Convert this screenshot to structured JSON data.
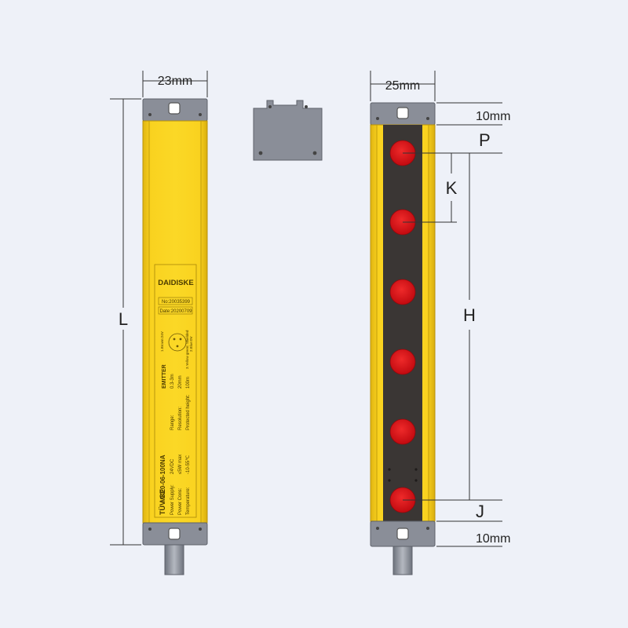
{
  "dimensions": {
    "left_width": "23mm",
    "right_width": "25mm",
    "length_label": "L",
    "height_label": "H",
    "pitch_label": "K",
    "top_offset_label": "P",
    "bottom_offset_label": "J",
    "top_margin": "10mm",
    "bottom_margin": "10mm"
  },
  "label_plate": {
    "brand": "DAIDISKE",
    "serial": "No:20035399",
    "date": "Date:20200709",
    "wiring_1": "1.Brown:24V",
    "wiring_2": "2.Blue:0V",
    "wiring_3": "3.Yellow green: Shielded",
    "type": "EMITTER",
    "range_label": "Range:",
    "range_value": "0.3-3m",
    "resolution_label": "Resolution:",
    "resolution_value": "20mm",
    "protected_label": "Protected height:",
    "protected_value": "100m",
    "model": "MK20-06-100NA",
    "supply_label": "Power Supply:",
    "supply_value": "24VDC",
    "cons_label": "Power Cons:",
    "cons_value": "≤5W max",
    "temp_label": "Temperature:",
    "temp_value": "-10-55℃",
    "cert": "TÜV CE"
  },
  "colors": {
    "housing_yellow": "#f7cf1d",
    "housing_edge": "#c9a10a",
    "endcap_gray": "#8a8e98",
    "lens_red": "#d8111a",
    "strip_dark": "#3a3634",
    "background": "#eef1f8"
  }
}
